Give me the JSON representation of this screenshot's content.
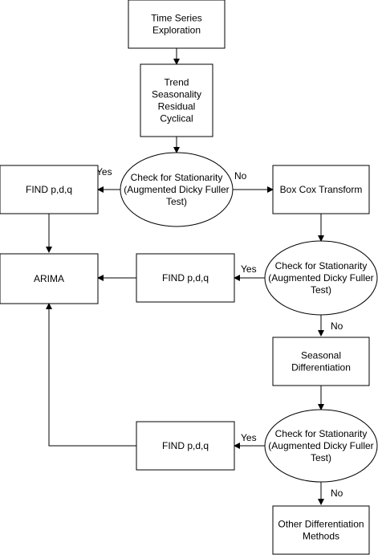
{
  "nodes": {
    "time_series_exploration": [
      "Time Series",
      "Exploration"
    ],
    "components": [
      "Trend",
      "Seasonality",
      "Residual",
      "Cyclical"
    ],
    "stationarity_check_1": [
      "Check for Stationarity",
      "(Augmented Dicky Fuller",
      "Test)"
    ],
    "find_pdq_1": [
      "FIND p,d,q"
    ],
    "box_cox_transform": [
      "Box Cox Transform"
    ],
    "arima": [
      "ARIMA"
    ],
    "find_pdq_2": [
      "FIND p,d,q"
    ],
    "stationarity_check_2": [
      "Check for Stationarity",
      "(Augmented Dicky Fuller",
      "Test)"
    ],
    "seasonal_differentiation": [
      "Seasonal",
      "Differentiation"
    ],
    "find_pdq_3": [
      "FIND p,d,q"
    ],
    "stationarity_check_3": [
      "Check for Stationarity",
      "(Augmented Dicky Fuller",
      "Test)"
    ],
    "other_differentiation": [
      "Other Differentiation",
      "Methods"
    ]
  },
  "edge_labels": {
    "check1_yes": "Yes",
    "check1_no": "No",
    "check2_yes": "Yes",
    "check2_no": "No",
    "check3_yes": "Yes",
    "check3_no": "No"
  },
  "colors": {
    "stroke": "#000000",
    "fill": "#ffffff",
    "text": "#000000"
  }
}
